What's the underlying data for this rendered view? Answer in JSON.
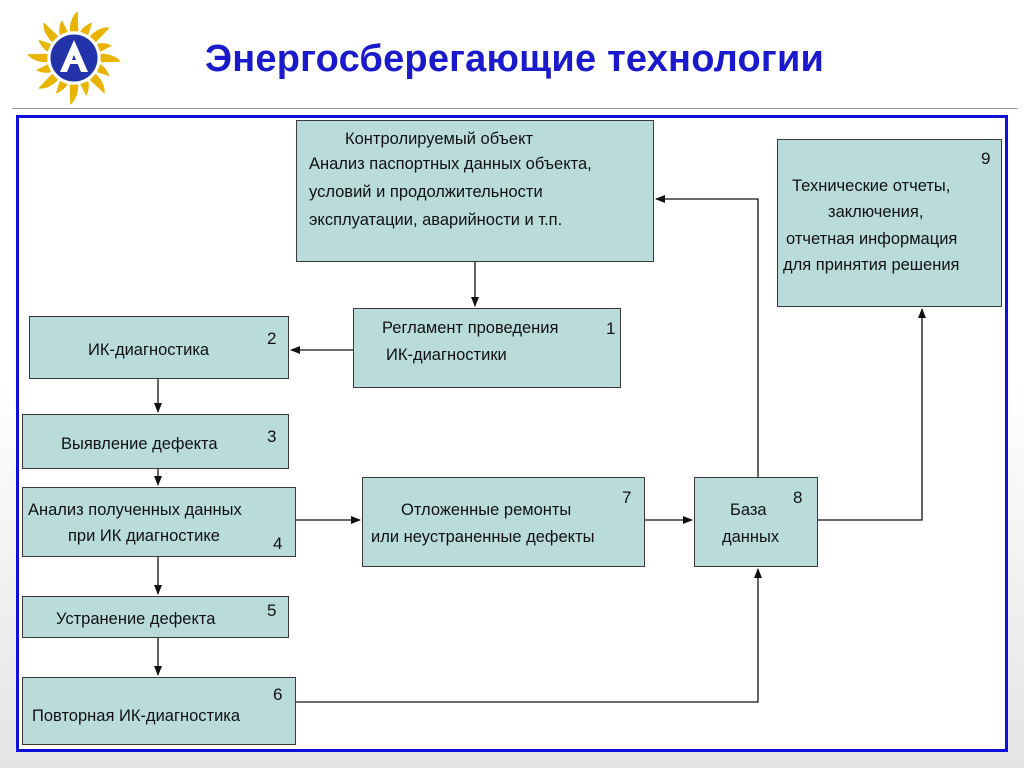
{
  "slide": {
    "title": "Энергосберегающие технологии"
  },
  "boxes": {
    "object": {
      "lines": [
        "Контролируемый объект",
        "Анализ паспортных данных объекта,",
        "условий и продолжительности",
        "эксплуатации, аварийности и т.п."
      ],
      "number": ""
    },
    "reglament": {
      "lines": [
        "Регламент проведения",
        "ИК-диагностики"
      ],
      "number": "1"
    },
    "ik_diag": {
      "lines": [
        "ИК-диагностика"
      ],
      "number": "2"
    },
    "defect": {
      "lines": [
        "Выявление дефекта"
      ],
      "number": "3"
    },
    "analysis": {
      "lines": [
        "Анализ полученных данных",
        "при ИК диагностике"
      ],
      "number": "4"
    },
    "repair": {
      "lines": [
        "Устранение дефекта"
      ],
      "number": "5"
    },
    "repeat": {
      "lines": [
        "Повторная ИК-диагностика"
      ],
      "number": "6"
    },
    "deferred": {
      "lines": [
        "Отложенные ремонты",
        "или неустраненные дефекты"
      ],
      "number": "7"
    },
    "database": {
      "lines": [
        "База",
        "данных"
      ],
      "number": "8"
    },
    "reports": {
      "lines": [
        "Технические отчеты,",
        "заключения,",
        "отчетная информация",
        "для принятия решения"
      ],
      "number": "9"
    }
  },
  "colors": {
    "title": "#1a1acc",
    "frame": "#1010d8",
    "box_fill": "#b9dcdb",
    "logo_rays": "#e8b400",
    "logo_disc": "#2233aa"
  }
}
